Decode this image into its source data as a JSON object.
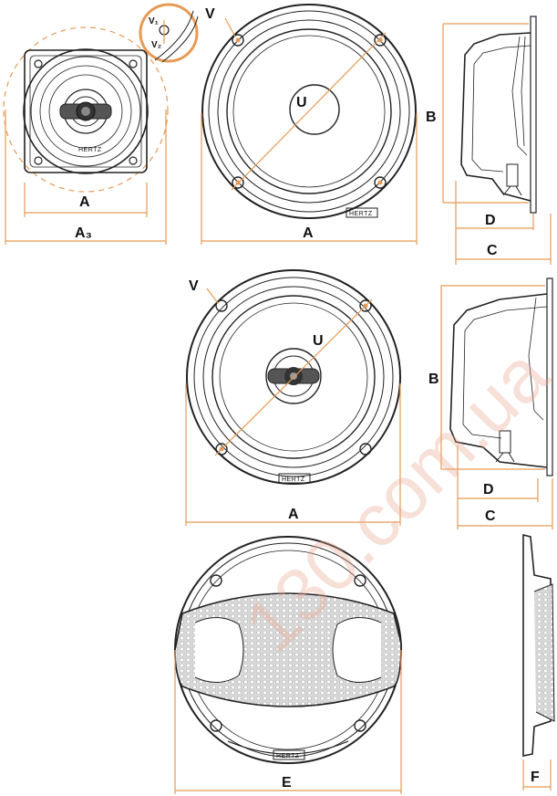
{
  "labels": {
    "a_small": "A",
    "a3": "A₃",
    "a_top": "A",
    "a_mid": "A",
    "e": "E",
    "b_top": "B",
    "b_mid": "B",
    "c_top": "C",
    "c_mid": "C",
    "d_top": "D",
    "d_mid": "D",
    "f": "F",
    "u_top": "U",
    "u_mid": "U",
    "v_top": "V",
    "v_mid": "V",
    "v1": "V₁",
    "v2": "V₂"
  },
  "brand": {
    "b1": "HERTZ",
    "b2": "HERTZ",
    "b3": "HERTZ",
    "b4": "HERTZ"
  },
  "watermark": "130.com.ua",
  "colors": {
    "accent": "#e69a55",
    "line": "#222222",
    "watermark": "#e8a98f"
  }
}
